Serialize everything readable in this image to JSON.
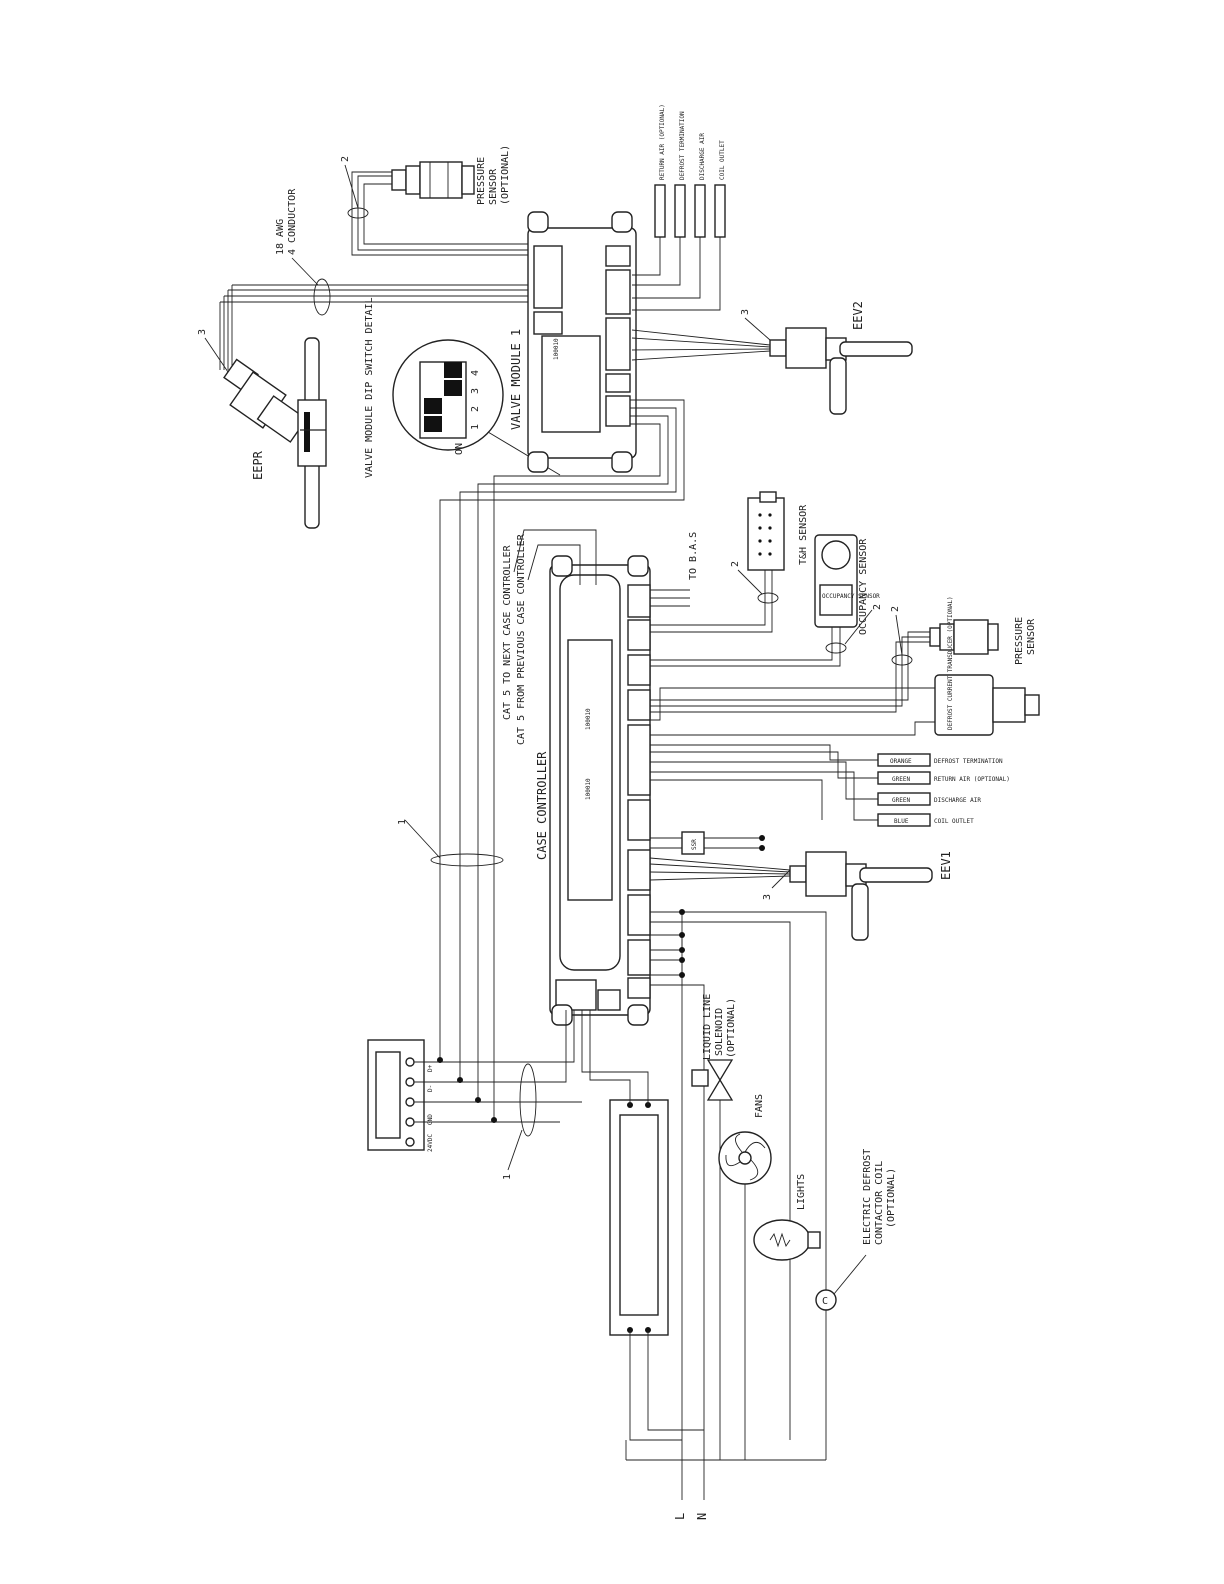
{
  "components": {
    "case_controller": "CASE CONTROLLER",
    "case_controller_port": "100010",
    "valve_module": "VALVE MODULE 1",
    "valve_module_port": "100010",
    "eepr": "EEPR",
    "eev1": "EEV1",
    "eev2": "EEV2",
    "ssr": "SSR",
    "occupancy_inner": "OCCUPANCY SENSOR",
    "current_transducer": "DEFROST CURRENT TRANSDUCER (OPTIONAL)"
  },
  "labels": {
    "wire_gauge": "18 AWG",
    "conductor": "4 CONDUCTOR",
    "pressure_sensor_opt_l1": "PRESSURE",
    "pressure_sensor_opt_l2": "SENSOR",
    "pressure_sensor_opt_l3": "(OPTIONAL)",
    "pressure_sensor_l1": "PRESSURE",
    "pressure_sensor_l2": "SENSOR",
    "dip_detail": "VALVE MODULE DIP SWITCH DETAIL",
    "to_bas": "TO B.A.S",
    "th_sensor": "T&H SENSOR",
    "occupancy_sensor": "OCCUPANCY SENSOR",
    "cat5_next": "CAT 5 TO NEXT CASE CONTROLLER",
    "cat5_prev": "CAT 5 FROM PREVIOUS CASE CONTROLLER",
    "liquid_line_l1": "LIQUID LINE",
    "liquid_line_l2": "SOLENOID",
    "liquid_line_l3": "(OPTIONAL)",
    "fans": "FANS",
    "lights": "LIGHTS",
    "defrost_coil_l1": "ELECTRIC DEFROST",
    "defrost_coil_l2": "CONTACTOR COIL",
    "defrost_coil_l3": "(OPTIONAL)",
    "contactor_symbol": "C",
    "line": "L",
    "neutral": "N",
    "terminals": [
      "D+",
      "D-",
      "24VDC",
      "GND"
    ]
  },
  "dip_switch": {
    "on_label": "ON",
    "numbers": [
      "1",
      "2",
      "3",
      "4"
    ],
    "states": [
      "on",
      "on",
      "off",
      "off"
    ]
  },
  "callouts": {
    "c1a": "1",
    "c1b": "1",
    "c2a": "2",
    "c2b": "2",
    "c2c": "2",
    "c2d": "2",
    "c3a": "3",
    "c3b": "3",
    "c3c": "3"
  },
  "valve_sensors": [
    {
      "label": "RETURN AIR (OPTIONAL)"
    },
    {
      "label": "DEFROST TERMINATION"
    },
    {
      "label": "DISCHARGE AIR"
    },
    {
      "label": "COIL OUTLET"
    }
  ],
  "temp_sensors": [
    {
      "color_label": "ORANGE",
      "label": "DEFROST TERMINATION"
    },
    {
      "color_label": "GREEN",
      "label": "RETURN AIR (OPTIONAL)"
    },
    {
      "color_label": "GREEN",
      "label": "DISCHARGE AIR"
    },
    {
      "color_label": "BLUE",
      "label": "COIL OUTLET"
    }
  ]
}
